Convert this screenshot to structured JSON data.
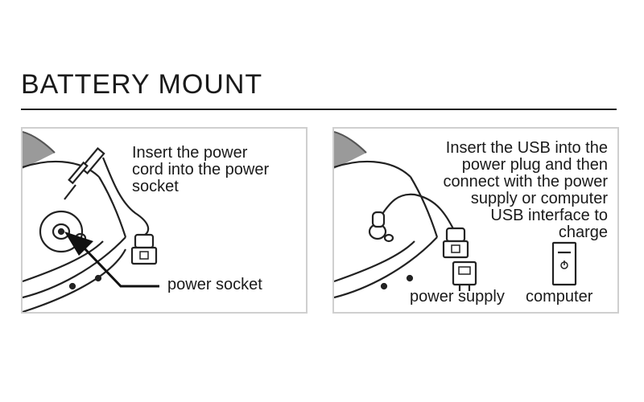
{
  "title": "BATTERY MOUNT",
  "panels": {
    "left": {
      "instruction": "Insert the power\ncord into the power\nsocket",
      "label": "power socket"
    },
    "right": {
      "instruction": "Insert the USB into the\npower plug and then\nconnect with the power\nsupply or computer\nUSB interface to\ncharge",
      "power_supply_label": "power supply",
      "computer_label": "computer"
    }
  }
}
